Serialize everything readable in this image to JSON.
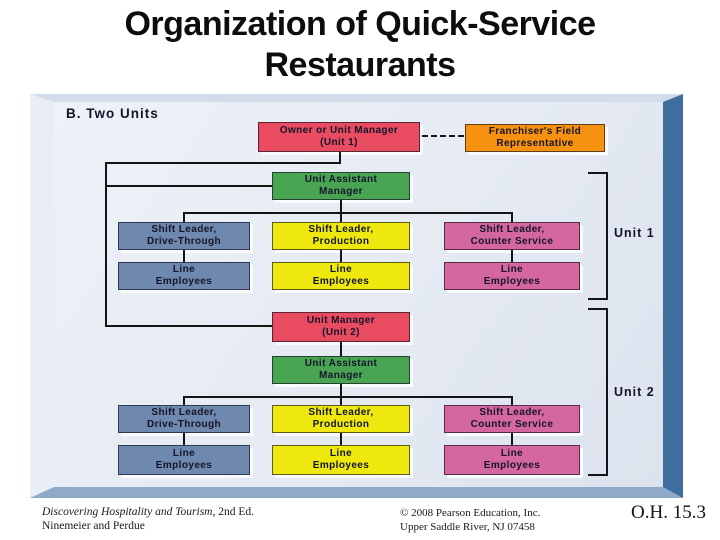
{
  "title": "Organization of Quick-Service Restaurants",
  "diagram": {
    "section_label": "B. Two Units",
    "unit1": {
      "bracket_label": "Unit 1",
      "owner": "Owner or Unit Manager\n(Unit 1)",
      "franchiser": "Franchiser's Field\nRepresentative",
      "assistant": "Unit Assistant\nManager",
      "shift_drive": "Shift Leader,\nDrive-Through",
      "shift_production": "Shift Leader,\nProduction",
      "shift_counter": "Shift Leader,\nCounter Service",
      "line_employees": "Line\nEmployees"
    },
    "unit2": {
      "bracket_label": "Unit 2",
      "manager": "Unit Manager\n(Unit 2)",
      "assistant": "Unit Assistant\nManager",
      "shift_drive": "Shift Leader,\nDrive-Through",
      "shift_production": "Shift Leader,\nProduction",
      "shift_counter": "Shift Leader,\nCounter Service",
      "line_employees": "Line\nEmployees"
    },
    "colors": {
      "owner_manager_red": "#e94b60",
      "franchiser_orange": "#f69210",
      "assistant_green": "#4aa553",
      "drive_through_slate": "#6f88ae",
      "production_yellow": "#eee80e",
      "counter_service_pink": "#d4679e",
      "panel_side_blue": "#3e6d9e",
      "panel_bottom_blue": "#8fa9c8",
      "connector_black": "#141414"
    }
  },
  "footer": {
    "book_title": "Discovering Hospitality and Tourism",
    "edition": ", 2nd Ed.",
    "authors": "Ninemeier and Perdue",
    "copyright_line1": "© 2008 Pearson Education, Inc.",
    "copyright_line2": "Upper Saddle River, NJ 07458",
    "slide_ref": "O.H. 15.3"
  }
}
